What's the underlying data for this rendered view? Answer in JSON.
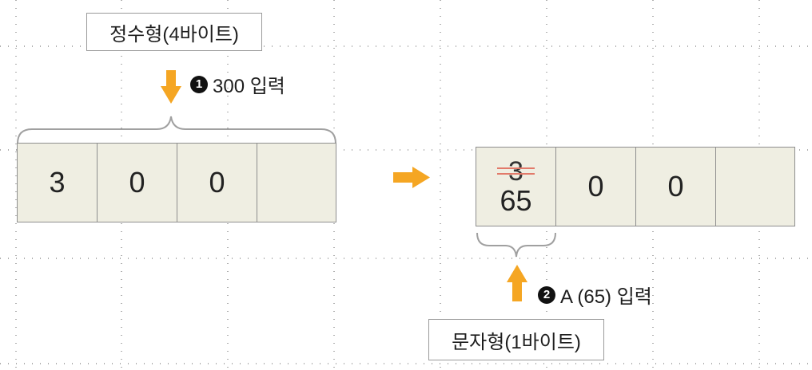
{
  "int_box": {
    "label": "정수형(4바이트)"
  },
  "char_box": {
    "label": "문자형(1바이트)"
  },
  "step1": {
    "badge": "1",
    "text": "300 입력"
  },
  "step2": {
    "badge": "2",
    "text": "A (65) 입력"
  },
  "before": {
    "cells": [
      "3",
      "0",
      "0",
      ""
    ]
  },
  "after": {
    "first_old": "3",
    "first_new": "65",
    "cells": [
      "0",
      "0",
      ""
    ]
  },
  "colors": {
    "arrow": "#f5a623",
    "cell_fill": "#efeee2",
    "strike": "#e27a6a",
    "border": "#8e8e8e"
  }
}
